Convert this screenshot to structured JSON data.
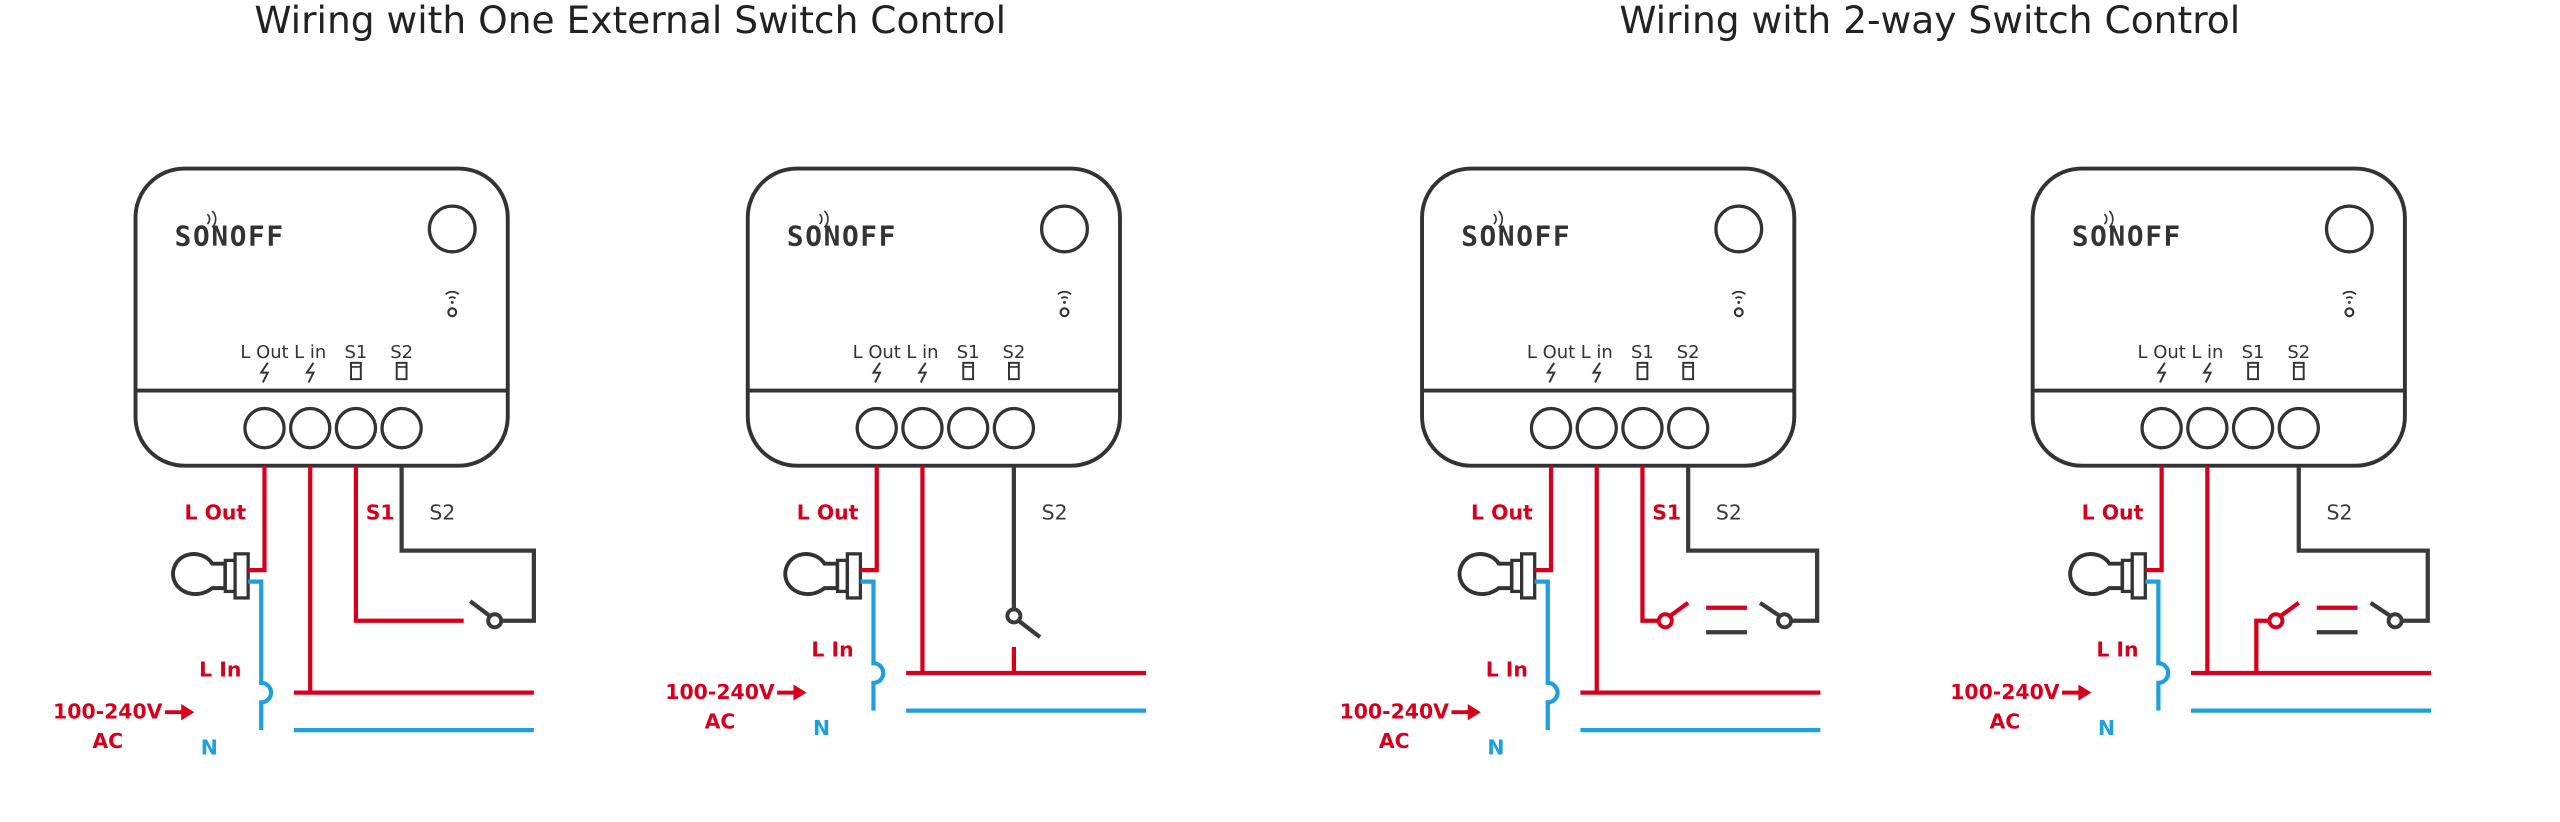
{
  "titles": [
    "Wiring with One External Switch Control",
    "Wiring with 2-way Switch Control"
  ],
  "logo": "SONOFF",
  "terminals": [
    "L Out",
    "L in",
    "S1",
    "S2"
  ],
  "colors": {
    "live": "#d6001c",
    "neutral": "#1fa0dc",
    "switch": "#3a3a3a",
    "outline": "#333333"
  },
  "panels": [
    {
      "type": "single-switch-s1-s2",
      "labels": {
        "l_out": "L Out",
        "s1": "S1",
        "s2": "S2",
        "l_in": "L In",
        "n": "N"
      },
      "supply": [
        "100-240V",
        "AC"
      ]
    },
    {
      "type": "single-switch-s2-lin",
      "labels": {
        "l_out": "L Out",
        "s2": "S2",
        "l_in": "L In",
        "n": "N"
      },
      "supply": [
        "100-240V",
        "AC"
      ]
    },
    {
      "type": "two-way-s1-s2",
      "labels": {
        "l_out": "L Out",
        "s1": "S1",
        "s2": "S2",
        "l_in": "L In",
        "n": "N"
      },
      "supply": [
        "100-240V",
        "AC"
      ]
    },
    {
      "type": "two-way-s2-lin",
      "labels": {
        "l_out": "L Out",
        "s2": "S2",
        "l_in": "L In",
        "n": "N"
      },
      "supply": [
        "100-240V",
        "AC"
      ]
    }
  ]
}
